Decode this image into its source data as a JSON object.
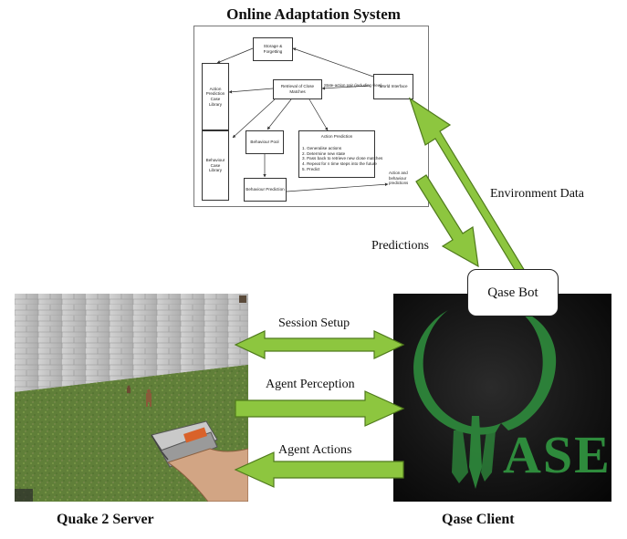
{
  "system": {
    "title": "Online Adaptation System"
  },
  "flowchart": {
    "storage": "Storage & Forgetting",
    "action_library": "Action Prediction Case Library",
    "behaviour_library": "Behaviour Case Library",
    "retrieval": "Retrieval of Close Matches",
    "world": "World Interface",
    "state_action_label": "State-action pair (including view)",
    "behaviour_pool": "Behaviour Pool",
    "behaviour_prediction": "Behaviour Prediction",
    "action_prediction": {
      "title": "Action Prediction",
      "steps": [
        "1. Generalise actions",
        "2. Determine new state",
        "3. Pass back to retrieve new close matches",
        "4. Repeat for n time steps into the future",
        "5. Predict"
      ]
    },
    "output_label": "Action and behaviour predictions"
  },
  "arrows": {
    "environment_data": "Environment Data",
    "predictions": "Predictions",
    "session_setup": "Session Setup",
    "agent_perception": "Agent Perception",
    "agent_actions": "Agent Actions"
  },
  "qase_bot": "Qase Bot",
  "logo_text": "ASE",
  "captions": {
    "server": "Quake 2 Server",
    "client": "Qase Client"
  },
  "colors": {
    "arrow_fill": "#8dc63f",
    "arrow_stroke": "#4f7a1c",
    "logo_green": "#2e8b3c"
  }
}
